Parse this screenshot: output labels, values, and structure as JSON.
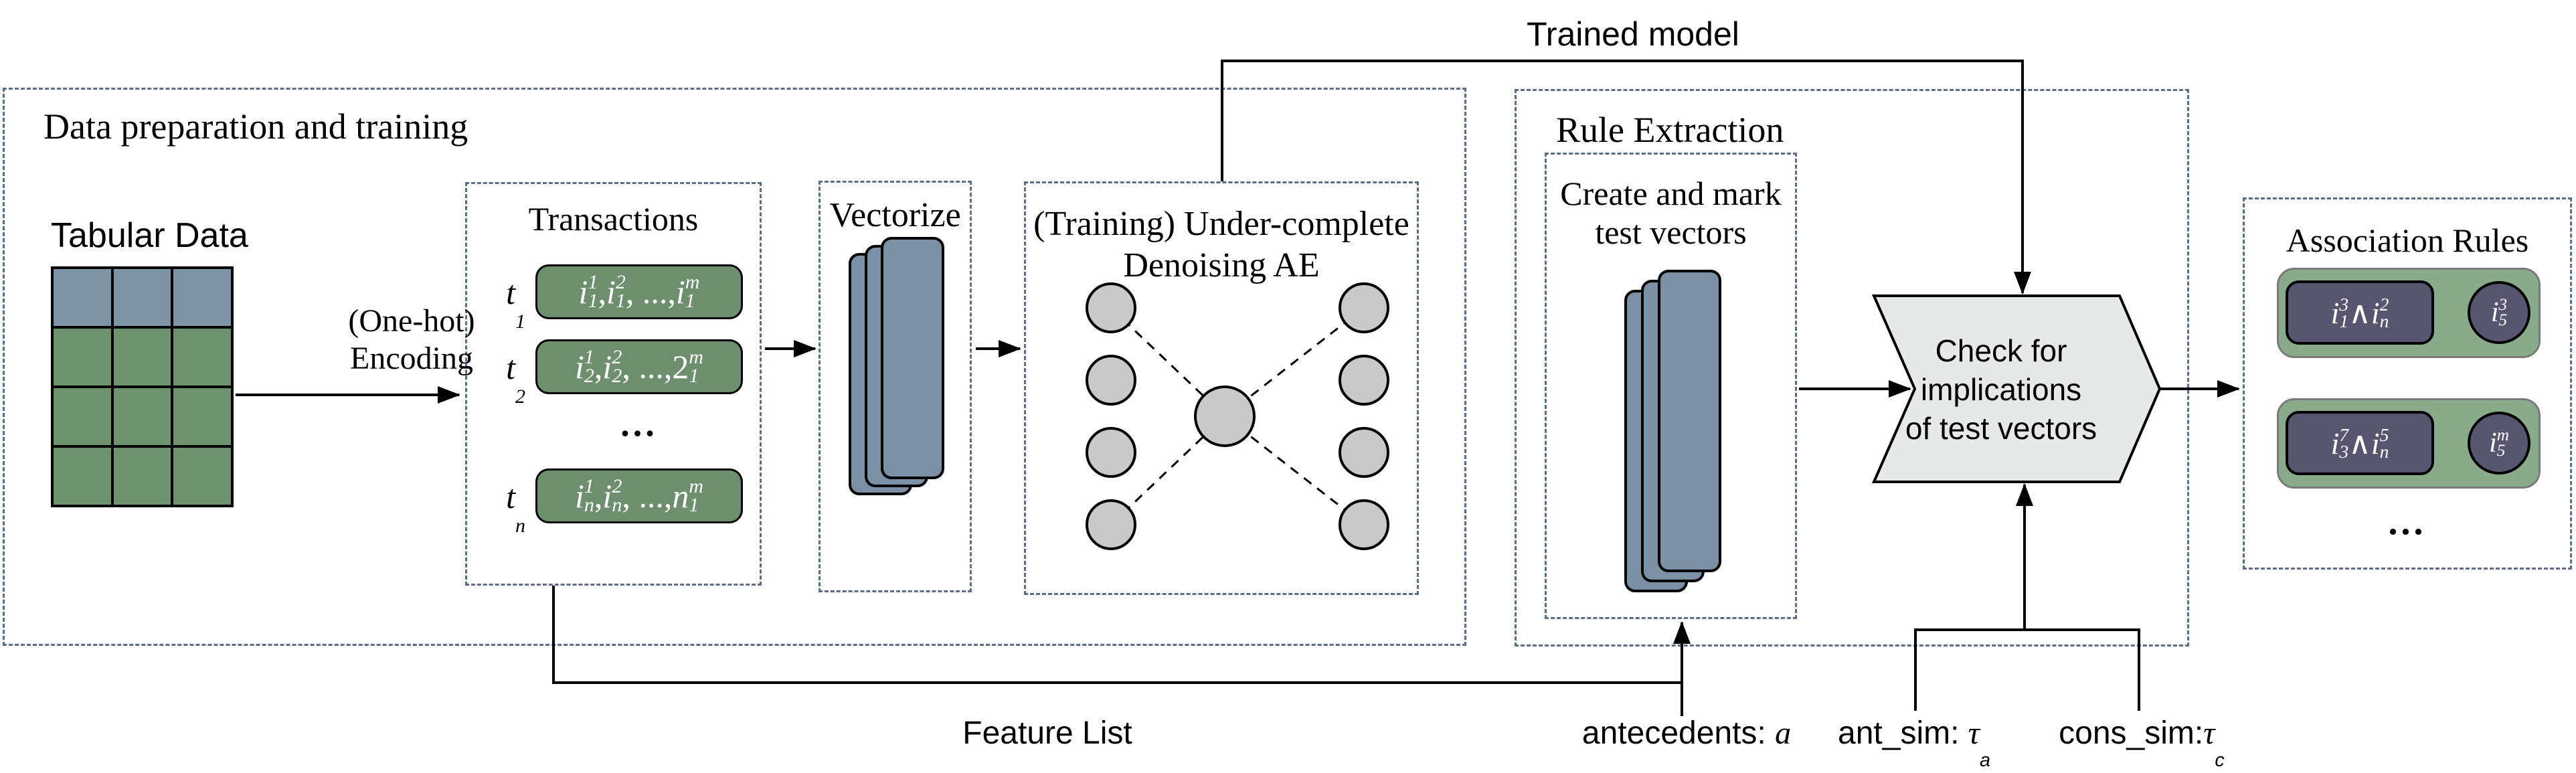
{
  "colors": {
    "dash": "#5c6e87",
    "pill_green": "#6d8f6e",
    "grid_header": "#7e93a6",
    "grid_body": "#6f926f",
    "stack_blue": "#7b90a5",
    "node_gray": "#c9c9c9",
    "chevron_gray": "#e7e9e9",
    "rule_green": "#8aab8a",
    "rule_dark": "#565671"
  },
  "trained_model_label": "Trained model",
  "data_prep": {
    "title": "Data preparation and training",
    "tabular": {
      "label": "Tabular Data",
      "grid": {
        "cols": 3,
        "rows": 4,
        "header_rows": 1
      }
    },
    "one_hot": {
      "line1": "(One-hot)",
      "line2": "Encoding"
    },
    "transactions": {
      "title": "Transactions",
      "ellipsis": "...",
      "rows": [
        {
          "label": [
            {
              "b": "t",
              "sub": "1"
            }
          ],
          "items": [
            {
              "b": "i",
              "sup": "1",
              "sub": "1"
            },
            {
              "t": ", "
            },
            {
              "b": "i",
              "sup": "2",
              "sub": "1"
            },
            {
              "t": ", ..., "
            },
            {
              "b": "i",
              "sup": "m",
              "sub": "1"
            }
          ]
        },
        {
          "label": [
            {
              "b": "t",
              "sub": "2"
            }
          ],
          "items": [
            {
              "b": "i",
              "sup": "1",
              "sub": "2"
            },
            {
              "t": ", "
            },
            {
              "b": "i",
              "sup": "2",
              "sub": "2"
            },
            {
              "t": ", ..., "
            },
            {
              "b": "2",
              "sup": "m",
              "sub": "1"
            }
          ]
        },
        {
          "label": [
            {
              "b": "t",
              "sub": "n"
            }
          ],
          "items": [
            {
              "b": "i",
              "sup": "1",
              "sub": "n"
            },
            {
              "t": ", "
            },
            {
              "b": "i",
              "sup": "2",
              "sub": "n"
            },
            {
              "t": ", ..., "
            },
            {
              "b": "n",
              "sup": "m",
              "sub": "1"
            }
          ]
        }
      ]
    },
    "vectorize": {
      "title": "Vectorize"
    },
    "autoencoder": {
      "title_line1": "(Training) Under-complete",
      "title_line2": "Denoising AE"
    }
  },
  "rule_extraction": {
    "title": "Rule Extraction",
    "create_box": {
      "line1": "Create and mark",
      "line2": "test vectors"
    },
    "check_box": {
      "line1": "Check for",
      "line2": "implications",
      "line3": "of test vectors"
    }
  },
  "association_rules": {
    "title": "Association Rules",
    "ellipsis": "...",
    "rules": [
      {
        "antecedent": [
          {
            "b": "i",
            "sup": "3",
            "sub": "1"
          },
          {
            "t": " ∧ "
          },
          {
            "b": "i",
            "sup": "2",
            "sub": "n"
          }
        ],
        "consequent": [
          {
            "b": "i",
            "sup": "3",
            "sub": "5"
          }
        ]
      },
      {
        "antecedent": [
          {
            "b": "i",
            "sup": "7",
            "sub": "3"
          },
          {
            "t": " ∧ "
          },
          {
            "b": "i",
            "sup": "5",
            "sub": "n"
          }
        ],
        "consequent": [
          {
            "b": "i",
            "sup": "m",
            "sub": "5"
          }
        ]
      }
    ]
  },
  "bottom_labels": {
    "feature_list": "Feature List",
    "antecedents": {
      "prefix": "antecedents: ",
      "math": [
        {
          "b": "a"
        }
      ]
    },
    "ant_sim": {
      "prefix": "ant_sim: ",
      "math": [
        {
          "b": "τ",
          "sub": "a"
        }
      ]
    },
    "cons_sim": {
      "prefix": "cons_sim:",
      "math": [
        {
          "b": "τ",
          "sub": "c"
        }
      ]
    }
  }
}
